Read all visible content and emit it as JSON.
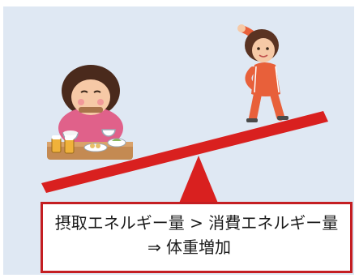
{
  "caption": {
    "line1": "摂取エネルギー量 > 消費エネルギー量",
    "line2": "⇒ 体重増加"
  },
  "colors": {
    "background": "#dfe8f3",
    "seesaw": "#d9201f",
    "caption_border": "#c41e22"
  },
  "illustrations": {
    "left": "eating-woman-illustration",
    "right": "exercising-woman-illustration"
  }
}
